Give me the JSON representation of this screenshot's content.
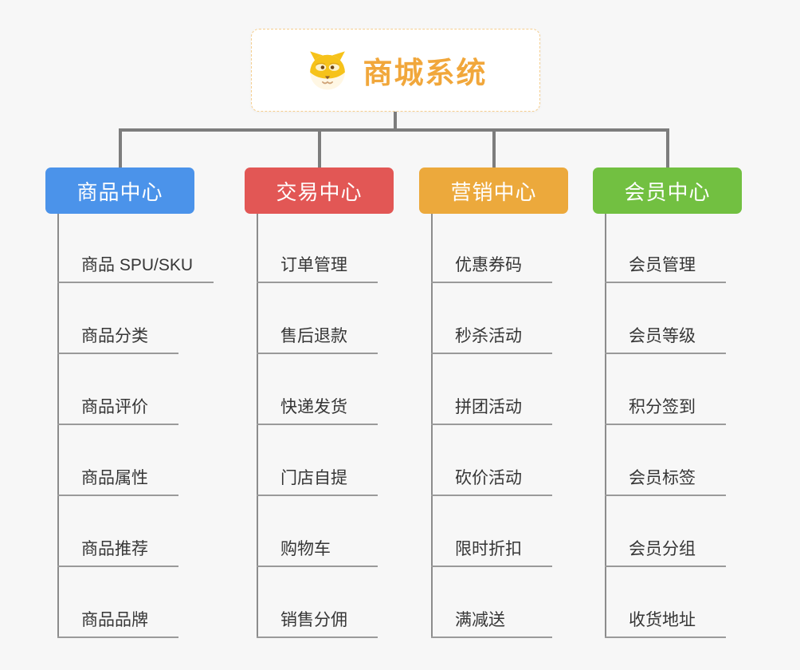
{
  "root": {
    "title": "商城系统",
    "icon": "dog-face-icon",
    "title_color": "#f1a73b",
    "border_color": "#f5ce8f"
  },
  "connector_color": "#7d7d7d",
  "branches": [
    {
      "label": "商品中心",
      "color": "#4b93ea",
      "children": [
        "商品 SPU/SKU",
        "商品分类",
        "商品评价",
        "商品属性",
        "商品推荐",
        "商品品牌"
      ]
    },
    {
      "label": "交易中心",
      "color": "#e25755",
      "children": [
        "订单管理",
        "售后退款",
        "快递发货",
        "门店自提",
        "购物车",
        "销售分佣"
      ]
    },
    {
      "label": "营销中心",
      "color": "#eca93c",
      "children": [
        "优惠券码",
        "秒杀活动",
        "拼团活动",
        "砍价活动",
        "限时折扣",
        "满减送"
      ]
    },
    {
      "label": "会员中心",
      "color": "#72c041",
      "children": [
        "会员管理",
        "会员等级",
        "积分签到",
        "会员标签",
        "会员分组",
        "收货地址"
      ]
    }
  ]
}
